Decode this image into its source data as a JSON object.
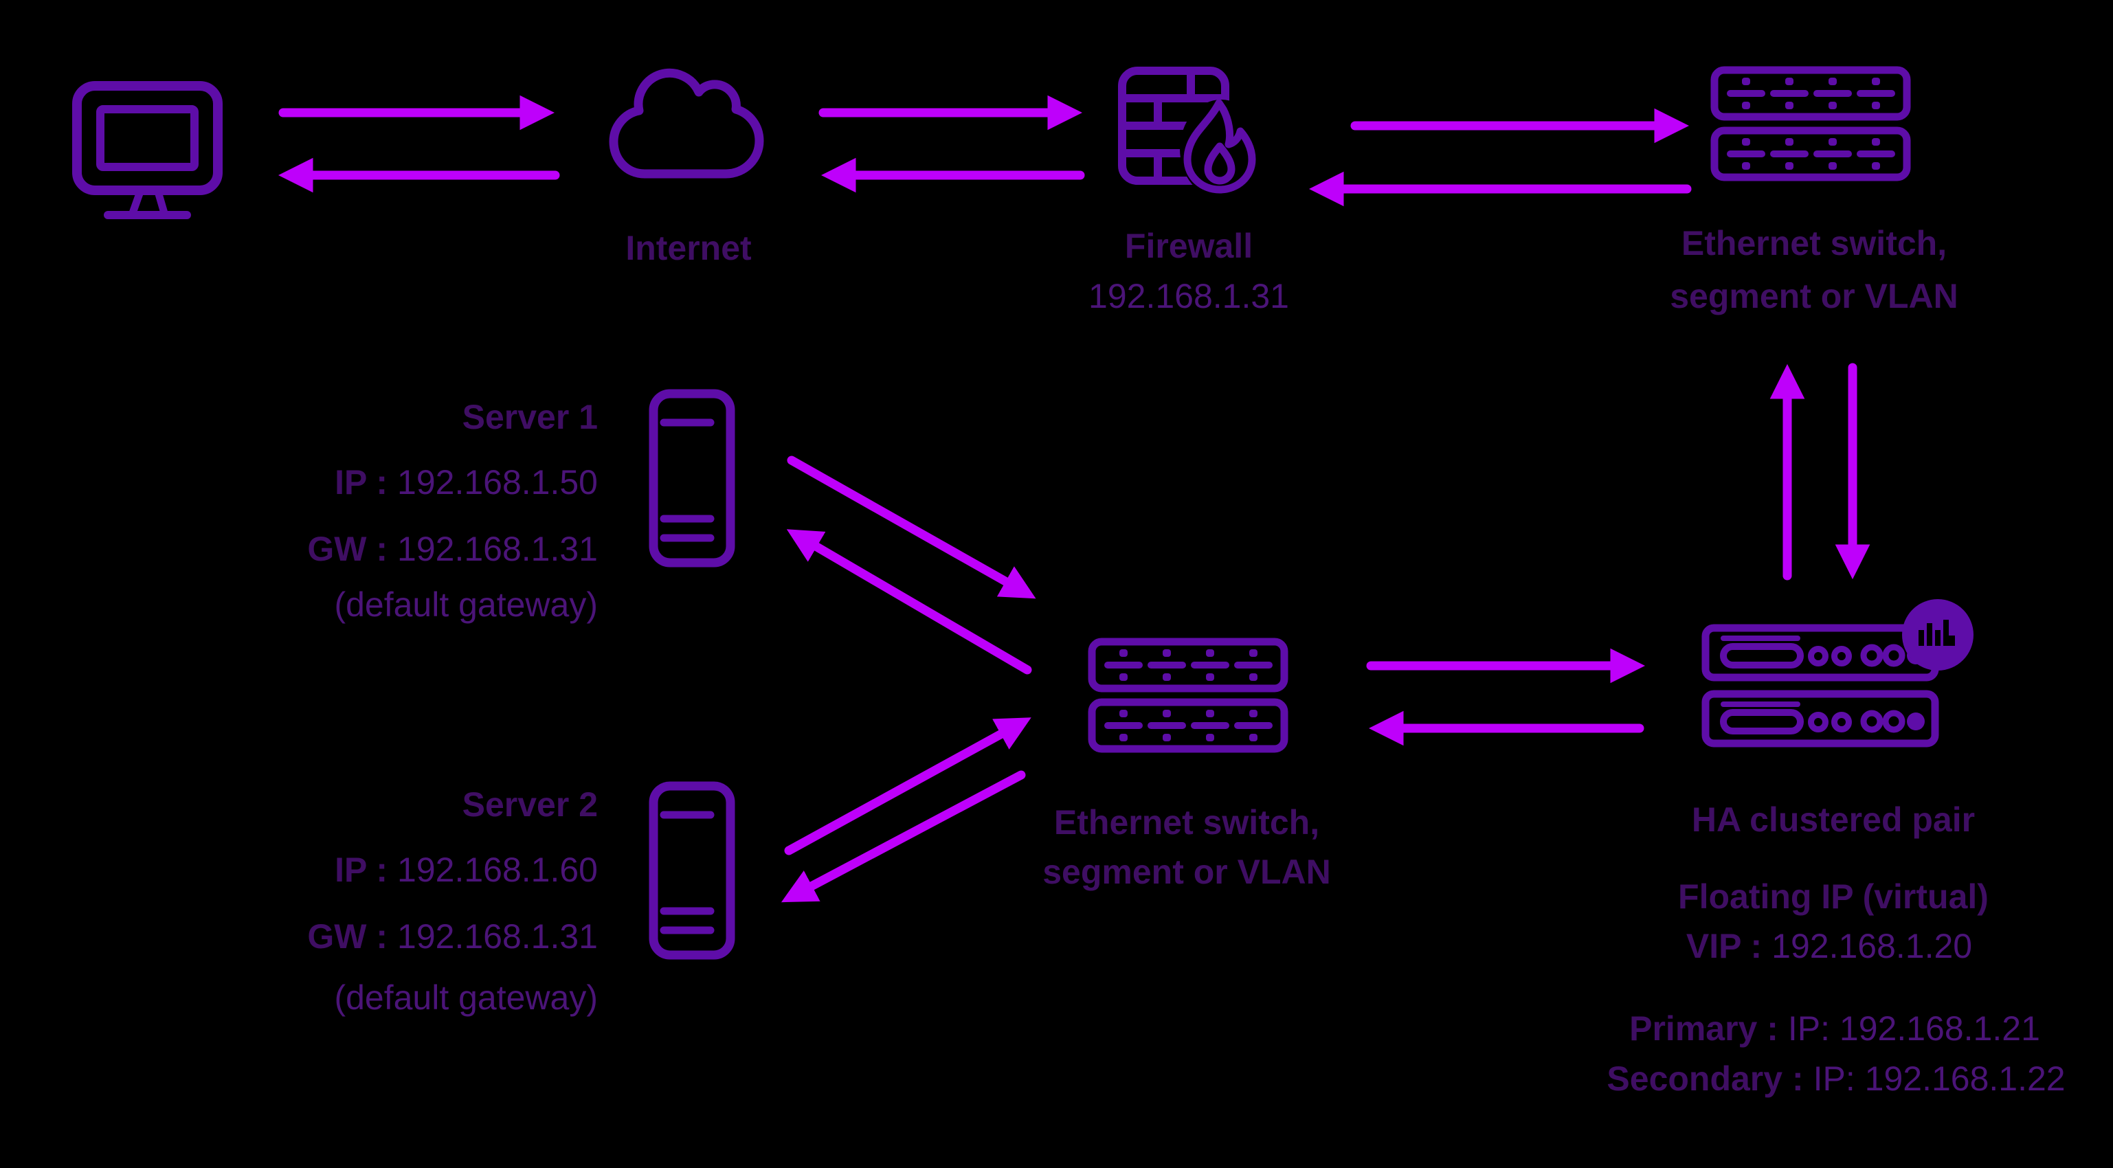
{
  "colors": {
    "background": "#000000",
    "icon_stroke": "#5E0DA8",
    "arrow": "#BE00FB",
    "label_text": "#3F0E63",
    "value_text": "#4B1478"
  },
  "icons": {
    "client": "desktop-computer-icon",
    "internet": "cloud-icon",
    "firewall": "brick-wall-flame-icon",
    "switch_top": "ethernet-switch-stack-icon",
    "switch_mid": "ethernet-switch-stack-icon",
    "server1": "tower-server-icon",
    "server2": "tower-server-icon",
    "ha_pair": "rack-server-pair-icon",
    "ha_badge": "loadbalancer-bars-badge-icon",
    "arrows": "traffic-flow-arrows"
  },
  "internet": {
    "label": "Internet"
  },
  "firewall": {
    "label": "Firewall",
    "ip": "192.168.1.31"
  },
  "switch_top": {
    "line1": "Ethernet switch,",
    "line2": "segment or VLAN"
  },
  "switch_mid": {
    "line1": "Ethernet switch,",
    "line2": "segment or VLAN"
  },
  "server1": {
    "name": "Server 1",
    "ip_label": "IP :",
    "ip_value": "192.168.1.50",
    "gw_label": "GW :",
    "gw_value": "192.168.1.31",
    "note": "(default gateway)"
  },
  "server2": {
    "name": "Server 2",
    "ip_label": "IP :",
    "ip_value": "192.168.1.60",
    "gw_label": "GW :",
    "gw_value": "192.168.1.31",
    "note": "(default gateway)"
  },
  "ha": {
    "title": "HA clustered pair",
    "floating_label": "Floating IP (virtual)",
    "vip_label": "VIP :",
    "vip_value": "192.168.1.20",
    "primary_label": "Primary :",
    "primary_value": "IP: 192.168.1.21",
    "secondary_label": "Secondary :",
    "secondary_value": "IP: 192.168.1.22"
  }
}
